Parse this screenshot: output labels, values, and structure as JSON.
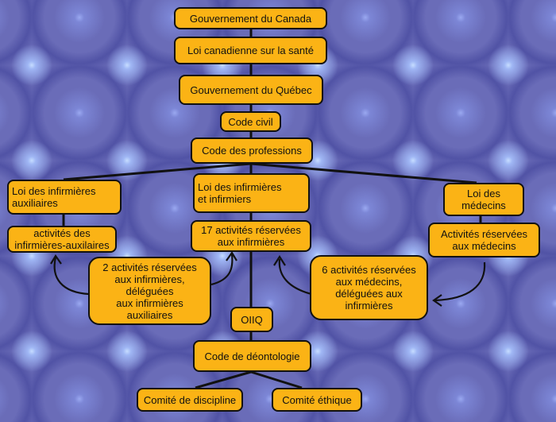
{
  "nodes": {
    "canada": "Gouvernement du Canada",
    "loi_sante": "Loi canadienne sur la santé",
    "quebec": "Gouvernement du Québec",
    "code_civil": "Code civil",
    "code_professions": "Code des professions",
    "loi_infirmieres_aux": "Loi des infirmières\nauxiliaires",
    "loi_infirmieres": "Loi des infirmières\net infirmiers",
    "loi_medecins": "Loi des\nmédecins",
    "activites_aux": "activités des\ninfirmières-auxilaires",
    "activites_17": "17 activités réservées\naux infirmières",
    "activites_medecins": "Activités réservées\naux médecins",
    "activites_2": "2 activités réservées\naux infirmières,\ndéléguées\naux infirmières\nauxiliaires",
    "activites_6": "6 activités réservées\naux médecins,\ndéléguées aux\ninfirmières",
    "oiiq": "OIIQ",
    "code_deontologie": "Code de déontologie",
    "comite_discipline": "Comité de discipline",
    "comite_ethique": "Comité éthique"
  },
  "colors": {
    "box_fill": "#fbb315",
    "box_border": "#111111",
    "background": "#6a6cb8"
  }
}
